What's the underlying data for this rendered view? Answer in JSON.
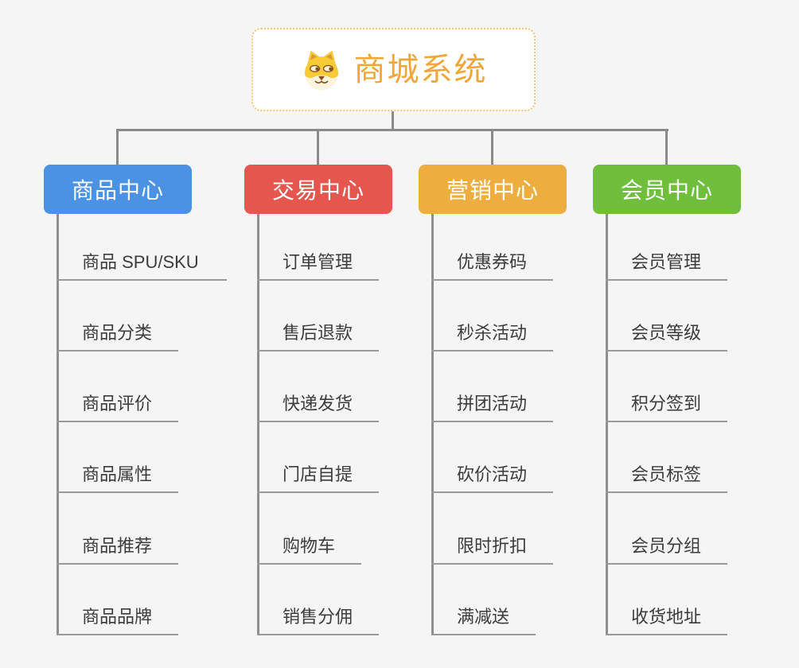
{
  "diagram": {
    "type": "mindmap-org-tree",
    "background_color": "#F5F5F5",
    "connector_color": "#8A8A8A",
    "underline_color": "#9A9A9A",
    "child_text_color": "#3C3C3C"
  },
  "root": {
    "title": "商城系统",
    "icon": "dog-face-icon",
    "text_color": "#F0A73A",
    "border_color": "#F2C171",
    "background": "#FFFFFF"
  },
  "branches": [
    {
      "label": "商品中心",
      "color": "#4B92E5",
      "children": [
        "商品 SPU/SKU",
        "商品分类",
        "商品评价",
        "商品属性",
        "商品推荐",
        "商品品牌"
      ]
    },
    {
      "label": "交易中心",
      "color": "#E5564F",
      "children": [
        "订单管理",
        "售后退款",
        "快递发货",
        "门店自提",
        "购物车",
        "销售分佣"
      ]
    },
    {
      "label": "营销中心",
      "color": "#EEAD3F",
      "children": [
        "优惠券码",
        "秒杀活动",
        "拼团活动",
        "砍价活动",
        "限时折扣",
        "满减送"
      ]
    },
    {
      "label": "会员中心",
      "color": "#6FBF3D",
      "children": [
        "会员管理",
        "会员等级",
        "积分签到",
        "会员标签",
        "会员分组",
        "收货地址"
      ]
    }
  ]
}
